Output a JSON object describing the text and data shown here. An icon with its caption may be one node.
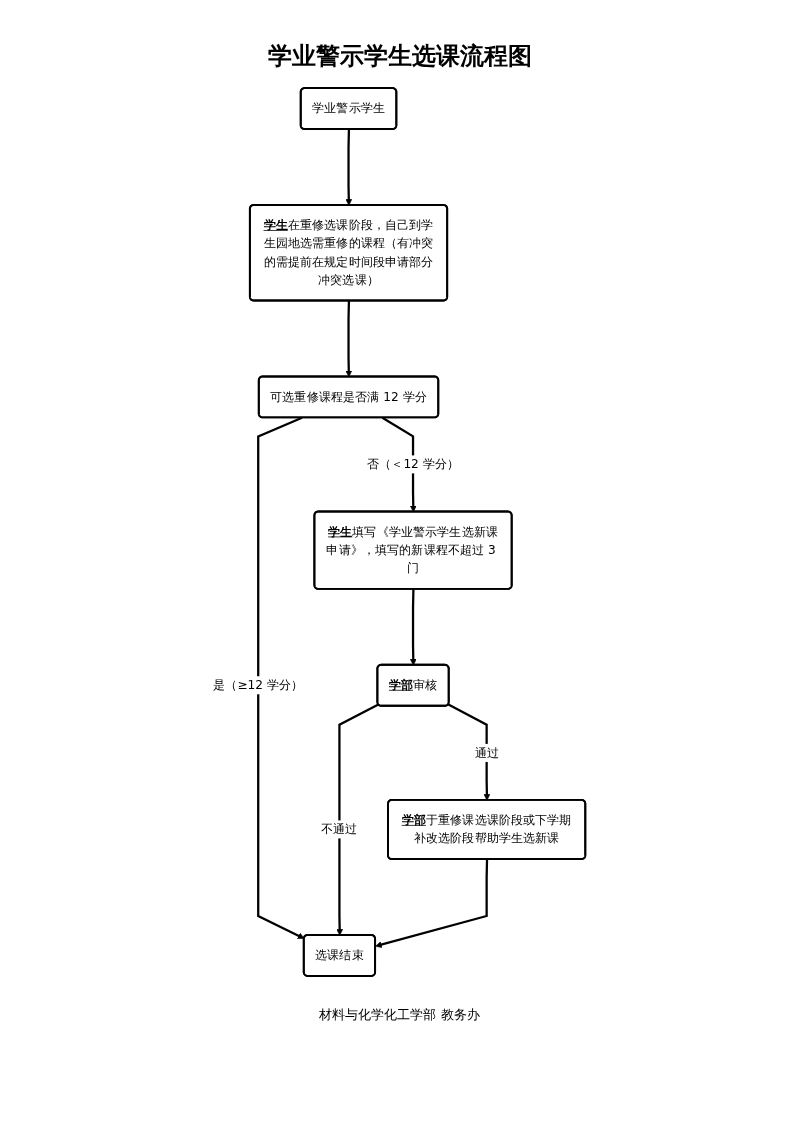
{
  "diagram": {
    "title": "学业警示学生选课流程图",
    "caption": "材料与化学化工学部 教务办",
    "nodes": [
      {
        "text": [
          "学业警示学生"
        ]
      },
      {
        "text": [
          "**学生**在重修选课阶段，自己到学生园地选需重修的课程（有冲突的需提前在规定时间段申请部分冲突选课）"
        ]
      },
      {
        "text": [
          "可选重修课程是否满 12 学分"
        ]
      },
      {
        "text": [
          "选课结束"
        ]
      },
      {
        "text": [
          "**学生**填写《学业警示学生选新课申请》，填写的新课程不超过 3 门"
        ]
      },
      {
        "text": [
          "**学部**审核"
        ]
      },
      {
        "text": [
          "**学部**于重修课选课阶段或下学期补改选阶段帮助学生选新课"
        ]
      }
    ],
    "edges": [
      {
        "from": 0,
        "to": 1,
        "arrow": "to"
      },
      {
        "from": 1,
        "to": 2,
        "arrow": "to"
      },
      {
        "from": 2,
        "to": 3,
        "arrow": "to",
        "label": "是（≥12 学分）"
      },
      {
        "from": 2,
        "to": 4,
        "arrow": "to",
        "label": "否（＜12 学分）"
      },
      {
        "from": 4,
        "to": 5,
        "arrow": "to"
      },
      {
        "from": 5,
        "to": 3,
        "arrow": "to",
        "label": "不通过"
      },
      {
        "from": 5,
        "to": 6,
        "arrow": "to",
        "label": "通过"
      },
      {
        "from": 6,
        "to": 3,
        "arrow": "to"
      }
    ]
  }
}
